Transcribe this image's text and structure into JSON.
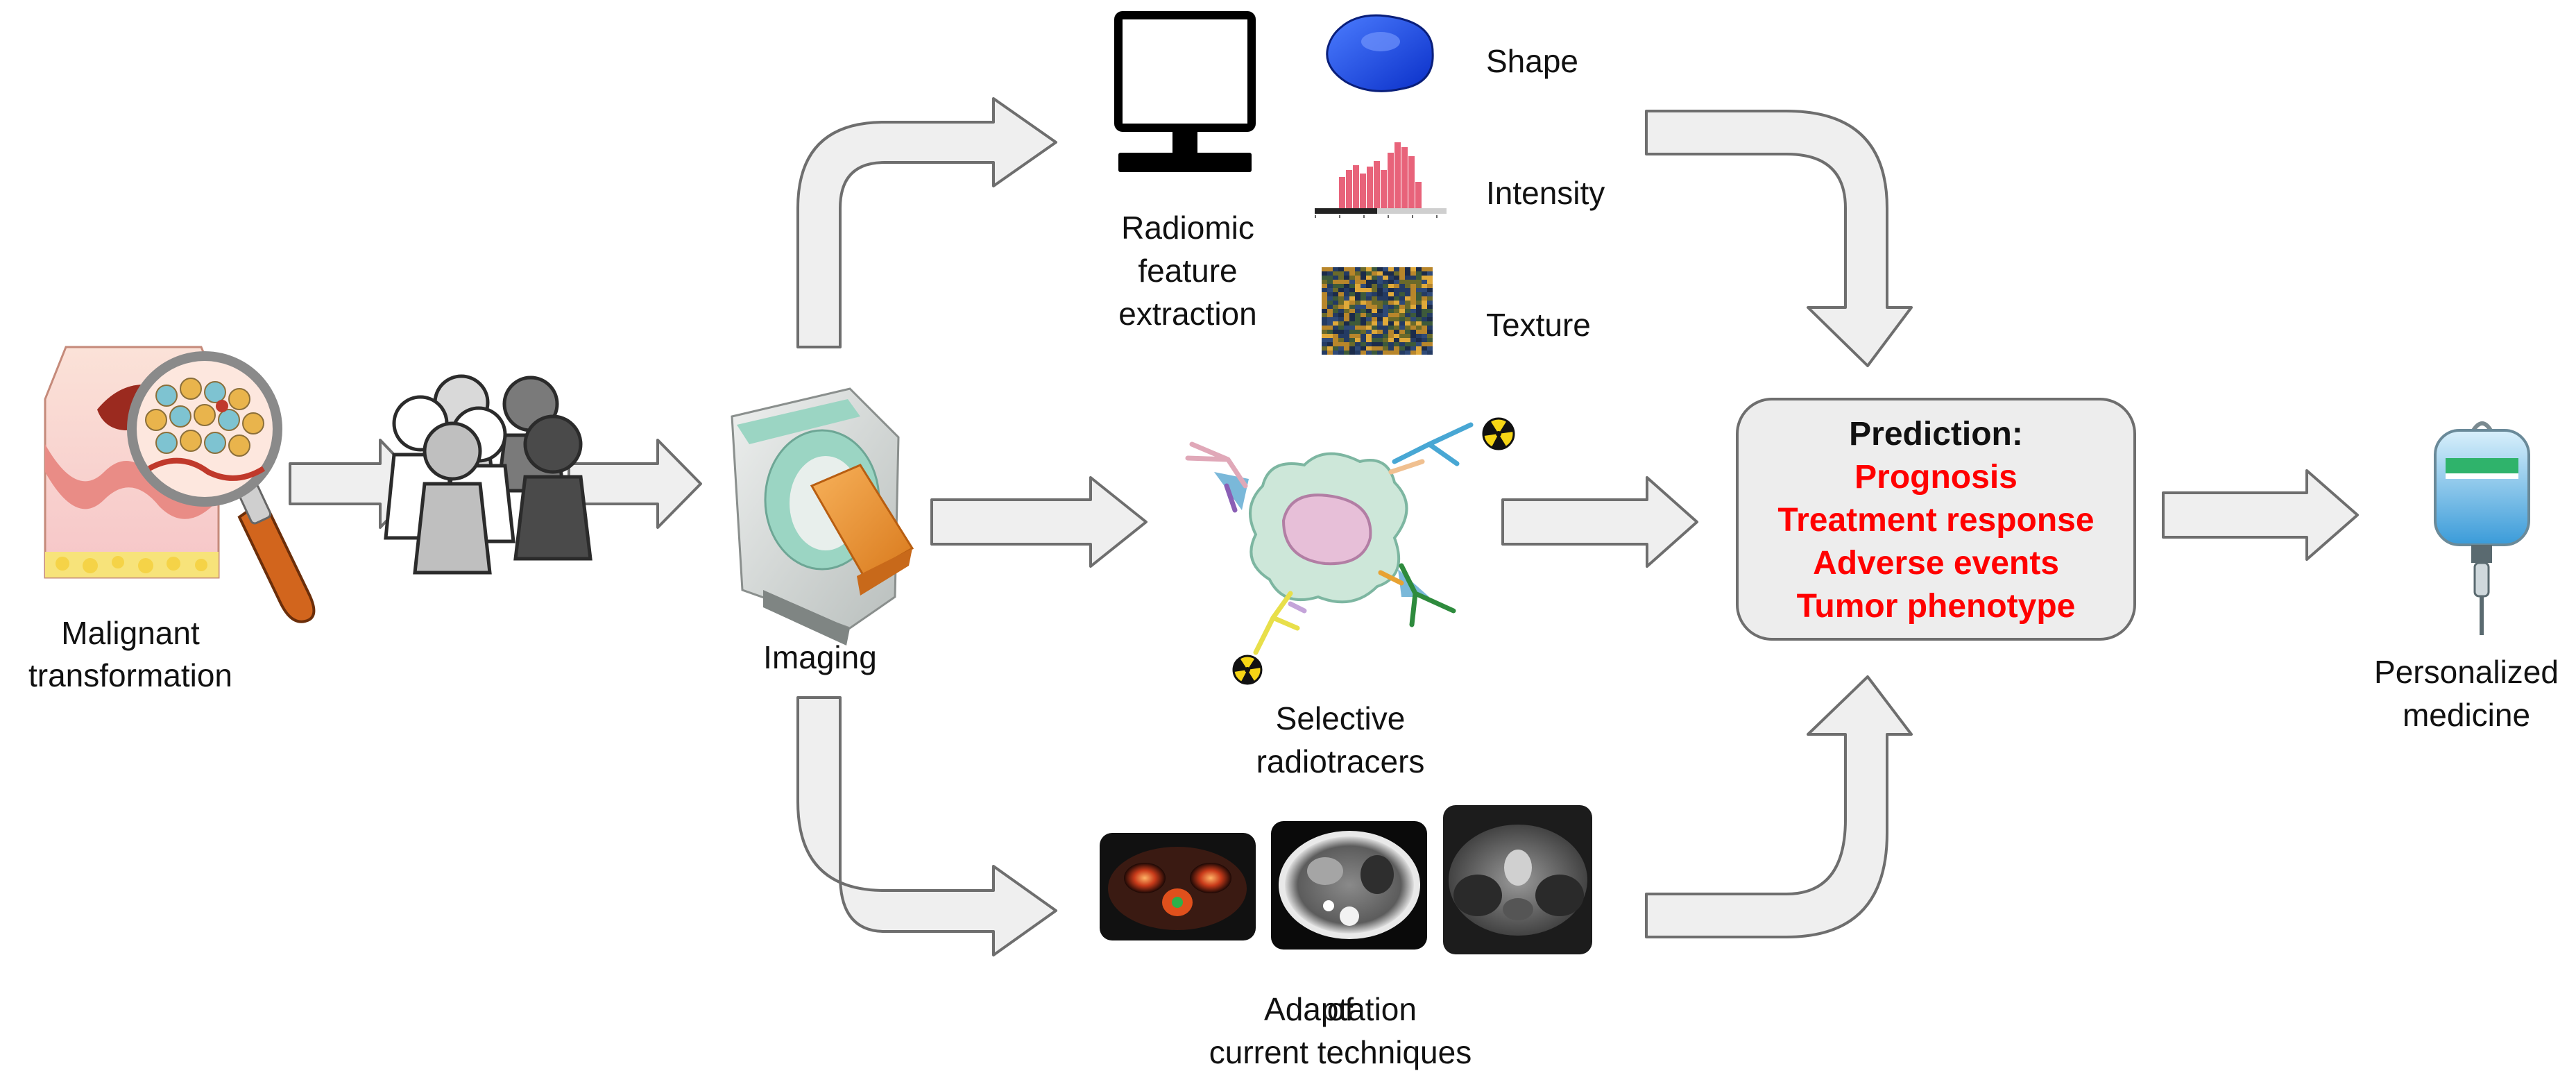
{
  "labels": {
    "malignant_line1": "Malignant",
    "malignant_line2": "transformation",
    "imaging": "Imaging",
    "radiomic_line1": "Radiomic",
    "radiomic_line2": "feature",
    "radiomic_line3": "extraction",
    "shape": "Shape",
    "intensity": "Intensity",
    "texture": "Texture",
    "selective_line1": "Selective",
    "selective_line2": "radiotracers",
    "adaptation_line1": "Adaptation",
    "adaptation_line2": "of",
    "adaptation_line3": "current techniques",
    "personalized_line1": "Personalized",
    "personalized_line2": "medicine"
  },
  "prediction": {
    "title": "Prediction:",
    "items": [
      "Prognosis",
      "Treatment response",
      "Adverse events",
      "Tumor phenotype"
    ]
  },
  "colors": {
    "arrow_fill": "#efefef",
    "arrow_stroke": "#6e6e6e",
    "prediction_items": "#ff0000",
    "box_fill": "#ededed"
  },
  "icons": [
    "skin-tissue-magnifier-icon",
    "patient-group-icon",
    "ct-scanner-icon",
    "computer-monitor-icon",
    "tumor-shape-icon",
    "intensity-histogram-icon",
    "texture-map-icon",
    "cancer-cell-antibodies-icon",
    "radiation-symbol-icon",
    "pet-scan-image",
    "ct-scan-image",
    "mri-scan-image",
    "iv-drip-bag-icon"
  ]
}
